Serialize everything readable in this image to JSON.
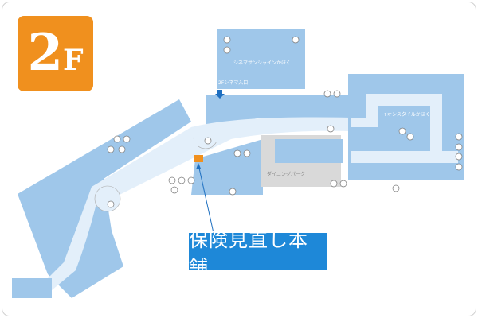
{
  "floor_badge": {
    "number": "2",
    "unit": "F",
    "color": "#f0901e"
  },
  "highlight": {
    "label": "保険見直し本舗",
    "label_color": "#1e88d8",
    "marker_color": "#f0901e"
  },
  "map": {
    "areas": {
      "cinema": "シネマサンシャインかほく",
      "cinema_entrance": "2Fシネマ入口",
      "aeon_style": "イオンスタイルかほく",
      "dining_park": "ダイニングパーク"
    },
    "colors": {
      "store": "#9fc7ea",
      "corridor": "#e3effa",
      "dining": "#d9d9d9"
    },
    "icons": [
      "escalator-icon",
      "elevator-icon",
      "restroom-icon",
      "accessible-restroom-icon",
      "stairs-icon",
      "baby-room-icon"
    ]
  }
}
